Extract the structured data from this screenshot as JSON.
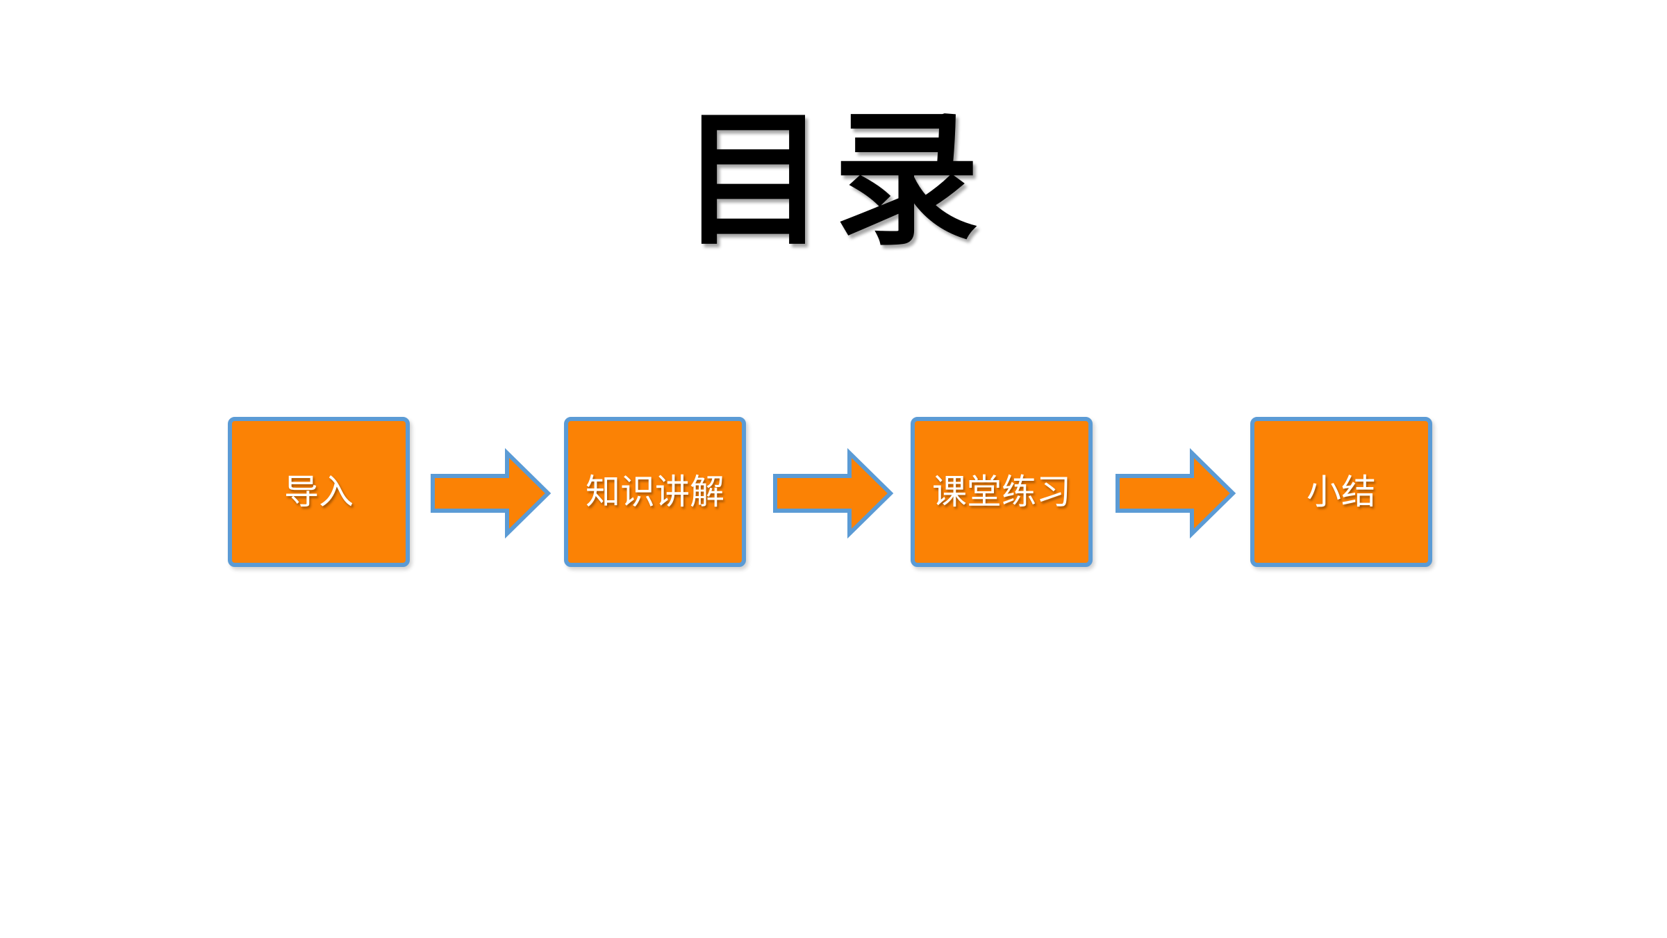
{
  "slide": {
    "title": "目录"
  },
  "flow": {
    "steps": [
      {
        "label": "导入"
      },
      {
        "label": "知识讲解"
      },
      {
        "label": "课堂练习"
      },
      {
        "label": "小结"
      }
    ]
  },
  "colors": {
    "box_fill": "#fb8205",
    "box_border": "#5b9bd5",
    "arrow_fill": "#fb8205",
    "arrow_border": "#5b9bd5",
    "label_text": "#ffffff",
    "title_text": "#000000"
  }
}
